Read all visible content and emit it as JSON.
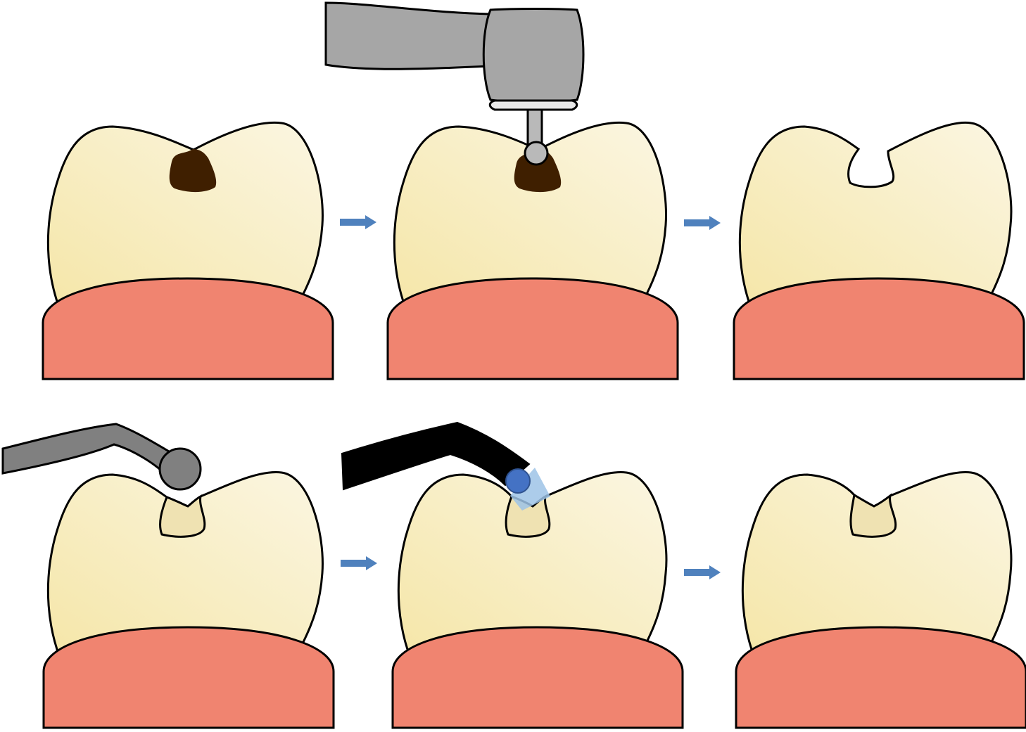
{
  "diagram": {
    "title": "",
    "steps": [
      {
        "id": "decay",
        "row": 1,
        "col": 1
      },
      {
        "id": "drilling",
        "row": 1,
        "col": 2
      },
      {
        "id": "prepared-cavity",
        "row": 1,
        "col": 3
      },
      {
        "id": "filling-applied",
        "row": 2,
        "col": 1
      },
      {
        "id": "light-curing",
        "row": 2,
        "col": 2
      },
      {
        "id": "restored-tooth",
        "row": 2,
        "col": 3
      }
    ],
    "colors": {
      "tooth_light": "#fbf6e2",
      "tooth_dark": "#f5e6a8",
      "gum": "#f08470",
      "decay": "#3f1f00",
      "filling": "#efe2b2",
      "drill": "#a6a6a6",
      "burr": "#b9b9b9",
      "applicator": "#808080",
      "curing_light_body": "#000000",
      "curing_light_tip": "#4472c4",
      "curing_beam": "#9dc3e6",
      "arrow": "#4f81bd",
      "outline": "#000000"
    },
    "icons": [
      "arrow-right-icon",
      "dental-drill-icon",
      "filling-applicator-icon",
      "curing-light-icon"
    ]
  }
}
